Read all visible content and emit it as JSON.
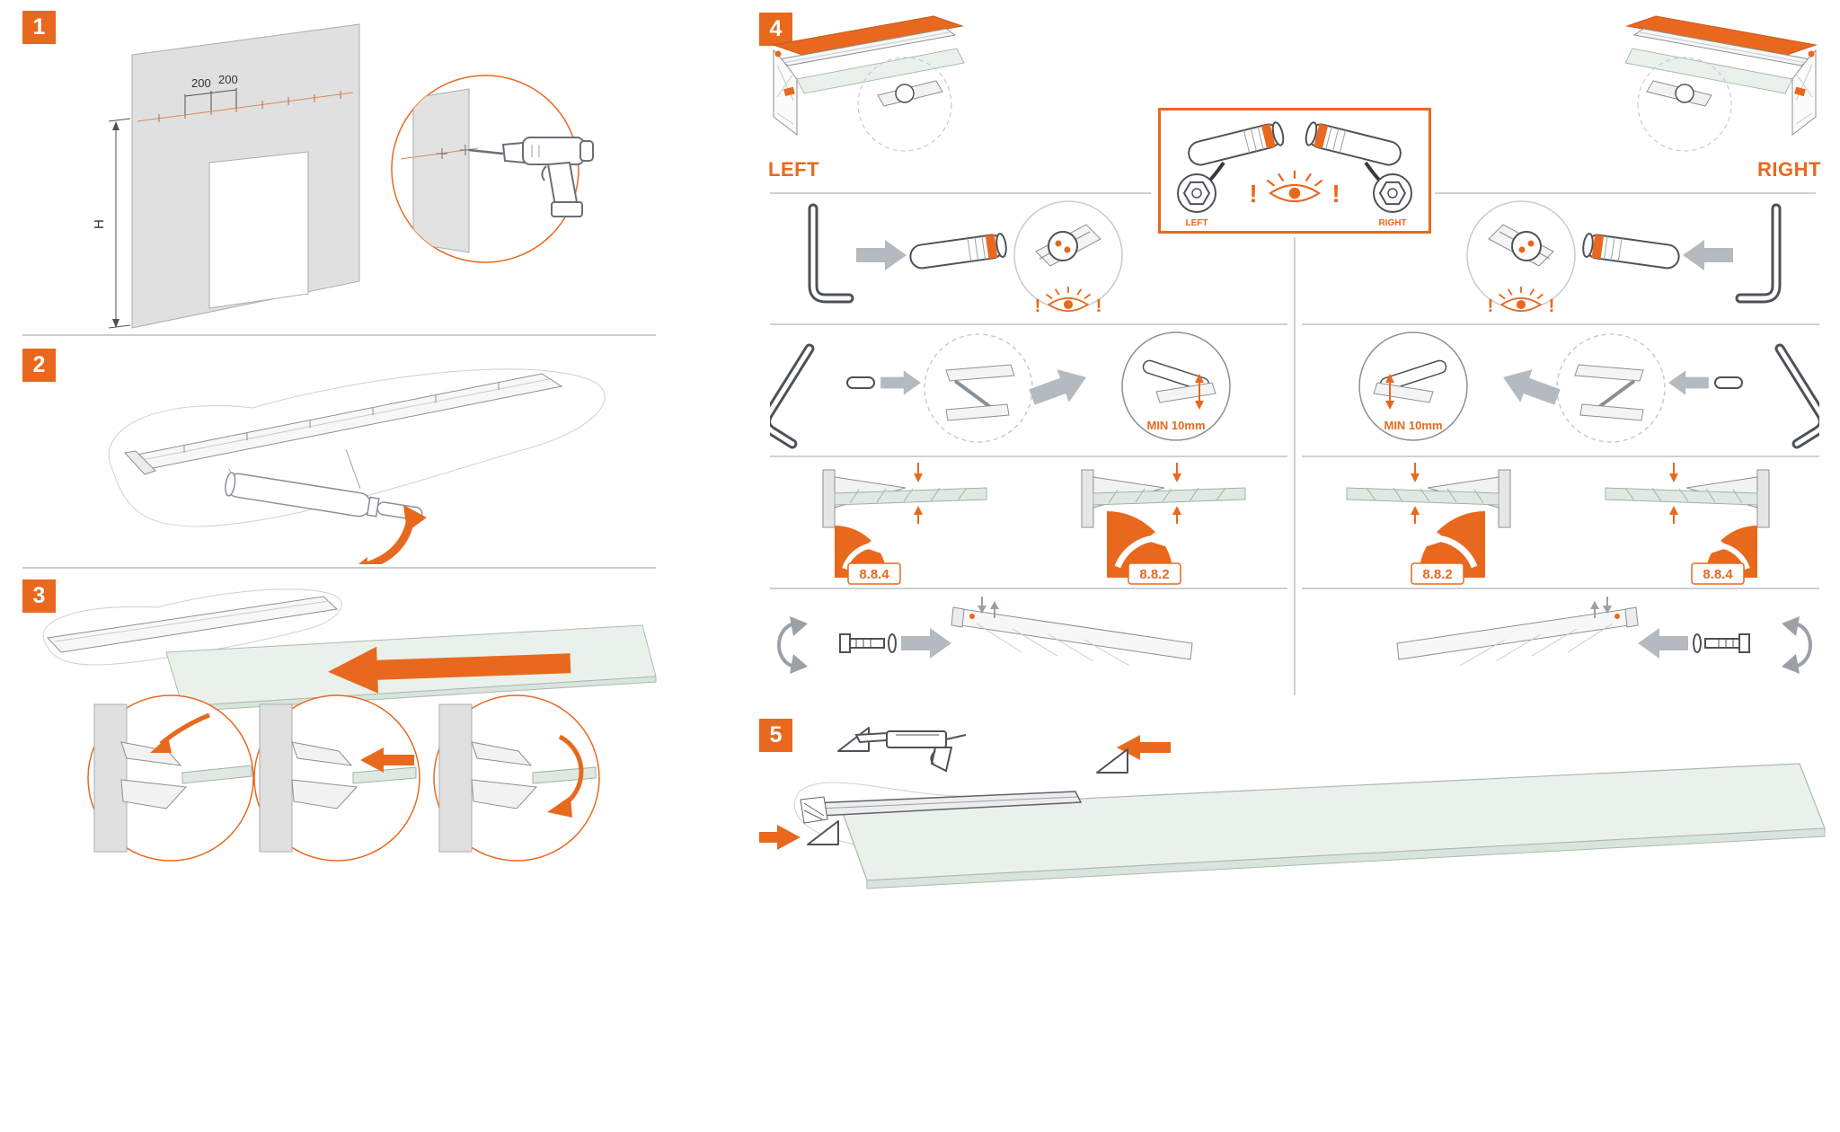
{
  "sheet": {
    "background": "#FFFFFF"
  },
  "colors": {
    "accent": "#E8691E",
    "outline": "#8A9097",
    "light_outline": "#C7CBD0",
    "wall_fill": "#E0E0E0",
    "glass_fill": "#EAF1EB",
    "glass_edge": "#A9BBAE",
    "arrow_gray": "#B4BAC0"
  },
  "steps": {
    "step1": {
      "badge": "1",
      "dim_left": "200",
      "dim_right": "200",
      "height_label": "H"
    },
    "step2": {
      "badge": "2"
    },
    "step3": {
      "badge": "3"
    },
    "step4": {
      "badge": "4",
      "side_labels": {
        "left": "LEFT",
        "right": "RIGHT"
      },
      "inset": {
        "warn_left": "!",
        "warn_right": "!",
        "nut_left_label": "LEFT",
        "nut_right_label": "RIGHT"
      },
      "checks": {
        "left_warn_a": "!",
        "left_warn_b": "!",
        "right_warn_a": "!",
        "right_warn_b": "!"
      },
      "min_gap": {
        "left": "MIN 10mm",
        "right": "MIN 10mm"
      },
      "refs": [
        "8.8.4",
        "8.8.2",
        "8.8.2",
        "8.8.4"
      ]
    },
    "step5": {
      "badge": "5"
    }
  }
}
